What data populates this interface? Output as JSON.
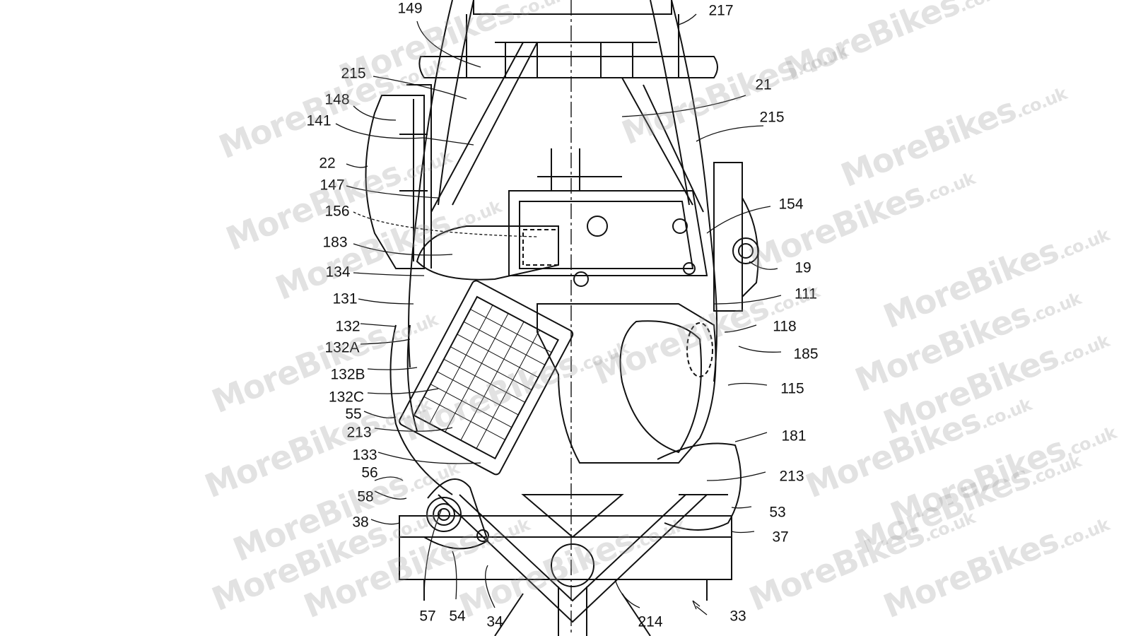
{
  "figure": {
    "reference_numerals": [
      "149",
      "217",
      "215",
      "21",
      "148",
      "215",
      "141",
      "22",
      "147",
      "154",
      "156",
      "183",
      "19",
      "134",
      "131",
      "111",
      "132",
      "118",
      "132A",
      "185",
      "132B",
      "115",
      "132C",
      "55",
      "213",
      "181",
      "133",
      "56",
      "213",
      "58",
      "53",
      "38",
      "37",
      "57",
      "54",
      "34",
      "214",
      "33"
    ]
  },
  "watermark": {
    "brand": "MoreBikes",
    "suffix": ".co.uk",
    "color": "#969696"
  },
  "colors": {
    "line": "#111111",
    "background": "#ffffff"
  }
}
